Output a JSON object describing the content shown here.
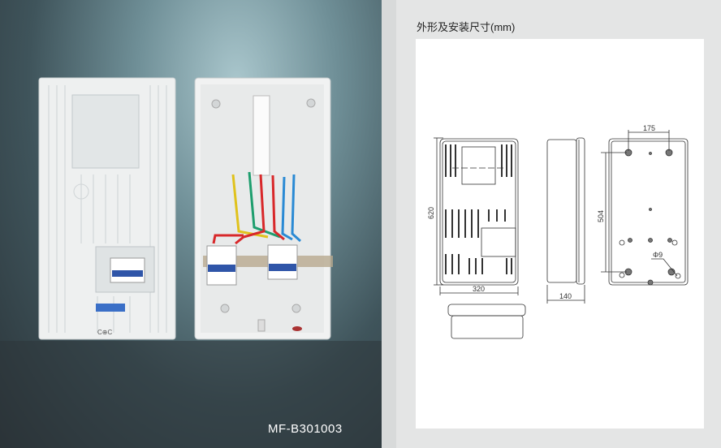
{
  "product": {
    "model": "MF-B301003",
    "photo_caption": "MF-B301003"
  },
  "drawing": {
    "title": "外形及安装尺寸(mm)",
    "dimensions": {
      "height": "620",
      "width": "320",
      "depth": "140",
      "hole_spacing_horizontal": "175",
      "hole_spacing_vertical": "504",
      "hole_diameter": "Φ9"
    }
  }
}
